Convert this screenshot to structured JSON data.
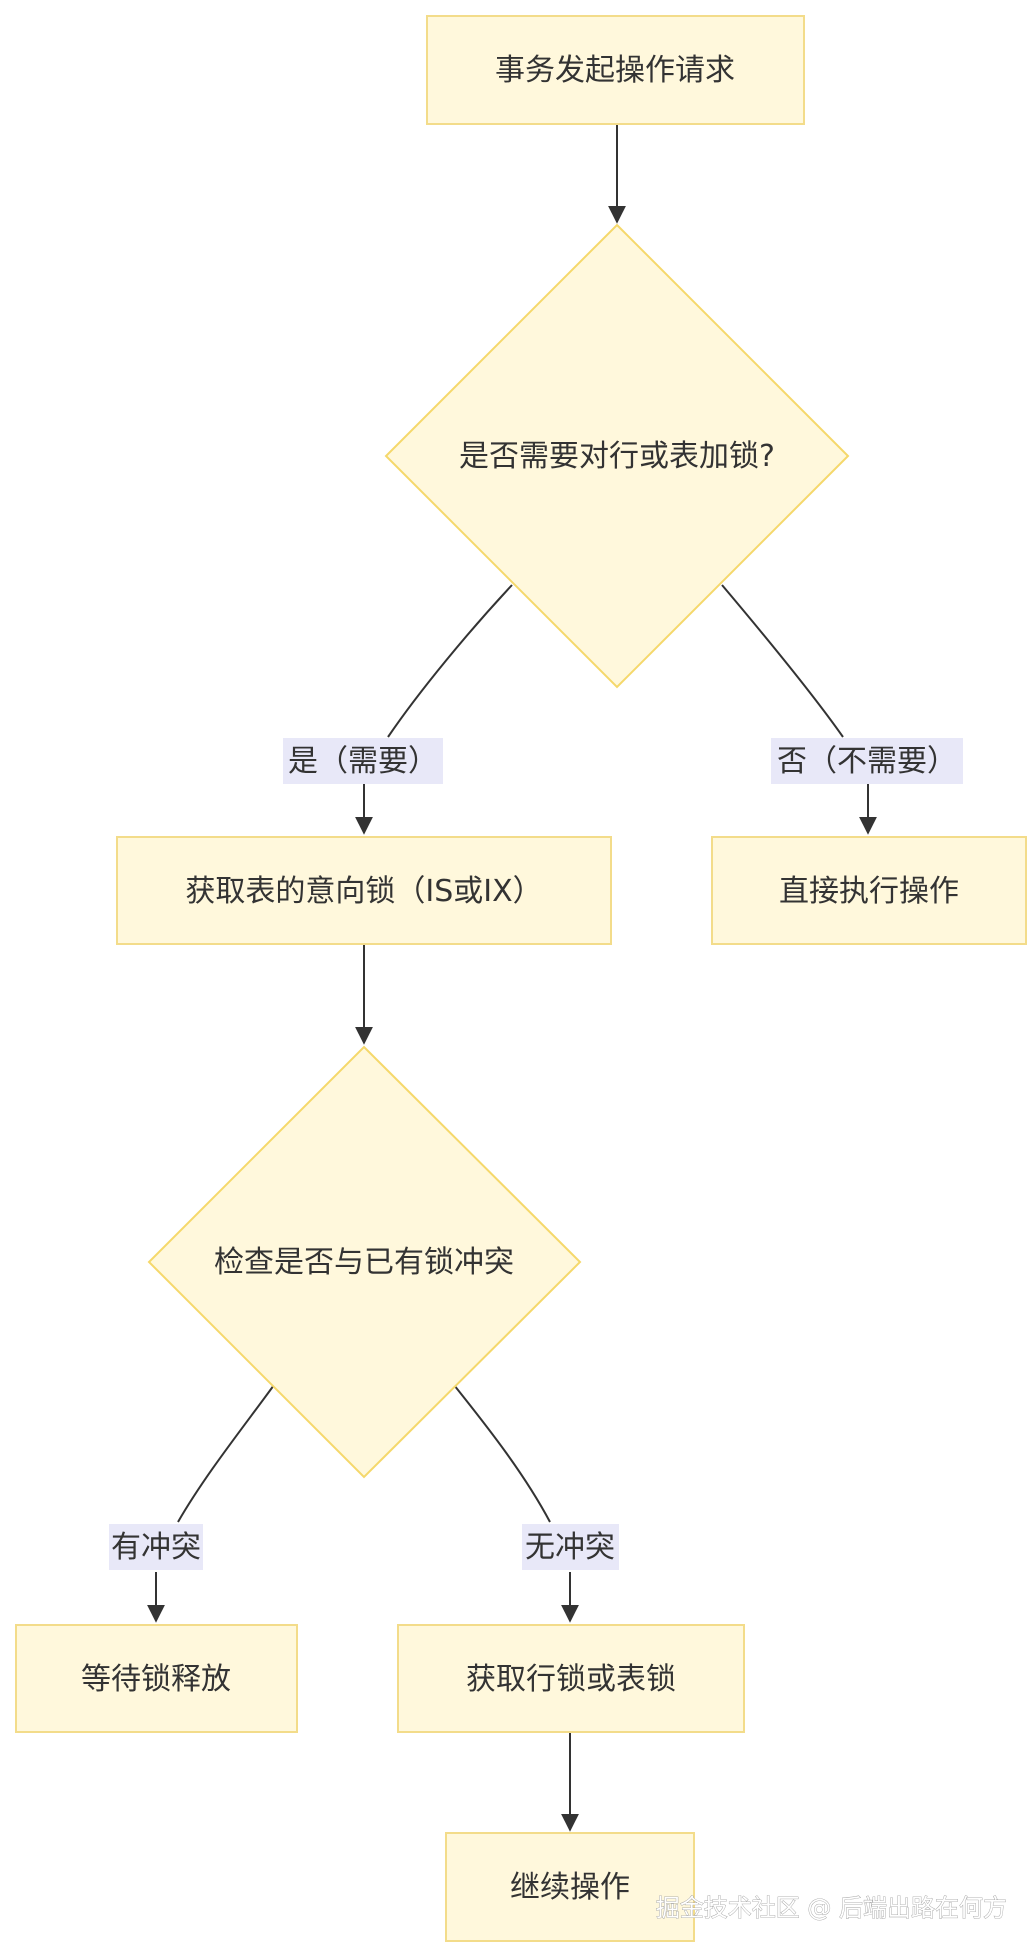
{
  "nodes": {
    "start": "事务发起操作请求",
    "decision_lock": "是否需要对行或表加锁?",
    "intent_lock": "获取表的意向锁（IS或IX）",
    "direct_exec": "直接执行操作",
    "check_conflict": "检查是否与已有锁冲突",
    "wait_release": "等待锁释放",
    "acquire_lock": "获取行锁或表锁",
    "continue_op": "继续操作"
  },
  "edges": {
    "yes_need": "是（需要）",
    "no_need": "否（不需要）",
    "has_conflict": "有冲突",
    "no_conflict": "无冲突"
  },
  "watermark": "掘金技术社区 @ 后端出路在何方"
}
